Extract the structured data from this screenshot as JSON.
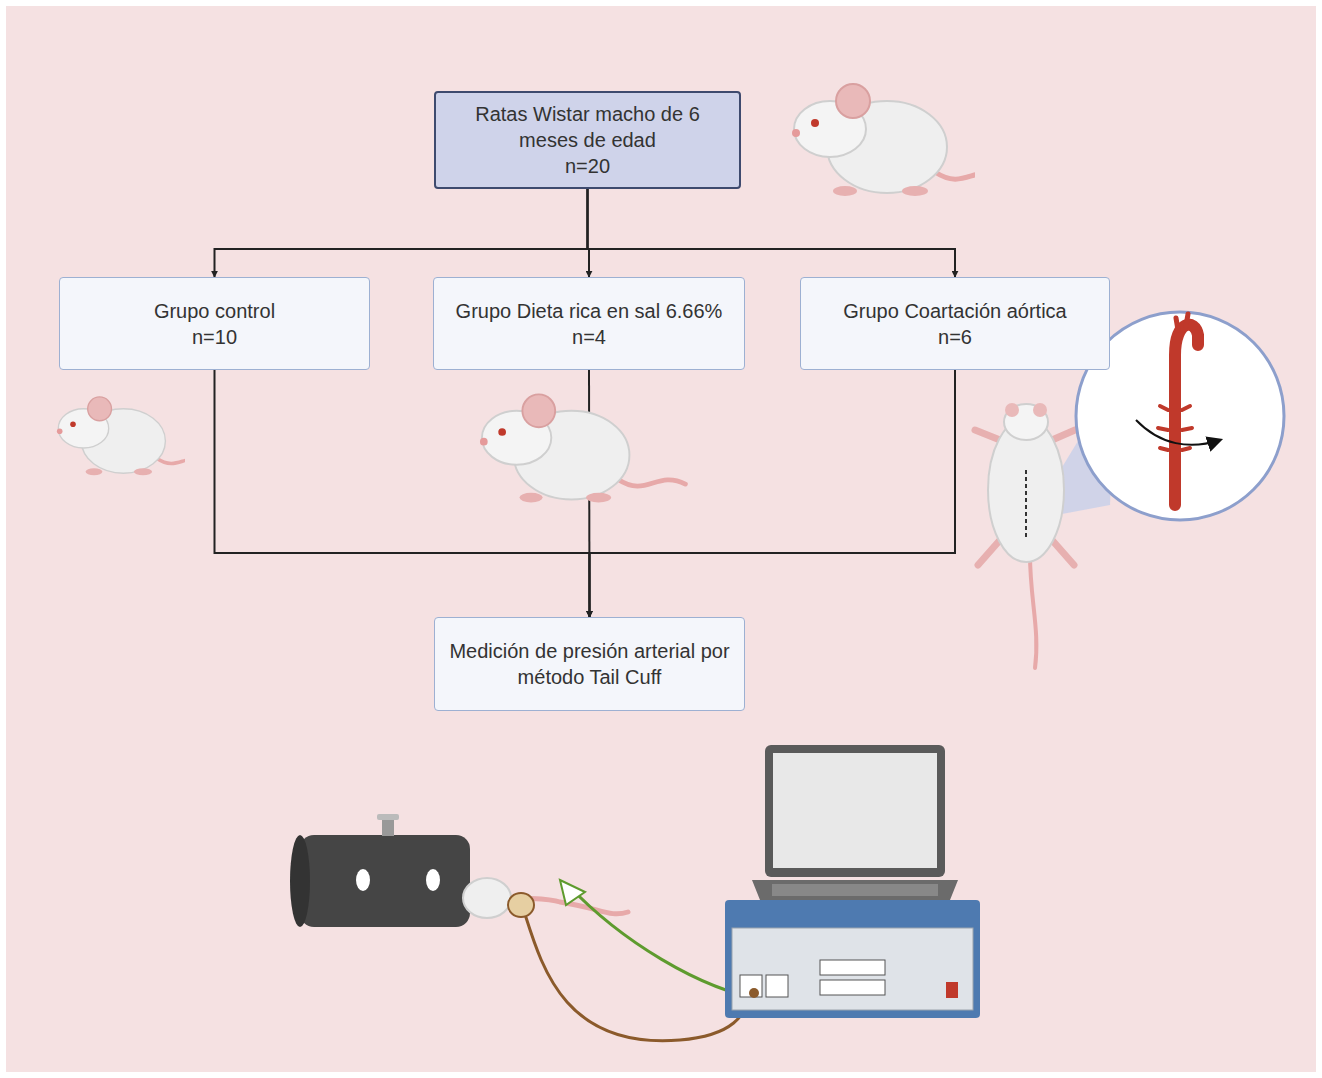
{
  "diagram": {
    "nodes": [
      {
        "text": [
          "Ratas Wistar macho de 6 meses de edad",
          "n=20"
        ]
      },
      {
        "text": [
          "Grupo control",
          "n=10"
        ]
      },
      {
        "text": [
          "Grupo Dieta rica en sal 6.66%",
          "n=4"
        ]
      },
      {
        "text": [
          "Grupo Coartación aórtica",
          "n=6"
        ]
      },
      {
        "text": [
          "Medición de presión arterial por método Tail Cuff"
        ]
      }
    ],
    "edges": [
      {
        "from": 0,
        "to": 1,
        "arrow": "to"
      },
      {
        "from": 0,
        "to": 2,
        "arrow": "to"
      },
      {
        "from": 0,
        "to": 3,
        "arrow": "to"
      },
      {
        "from": 1,
        "to": 4,
        "arrow": "to"
      },
      {
        "from": 2,
        "to": 4,
        "arrow": "to"
      },
      {
        "from": 3,
        "to": 4,
        "arrow": "to"
      }
    ]
  }
}
